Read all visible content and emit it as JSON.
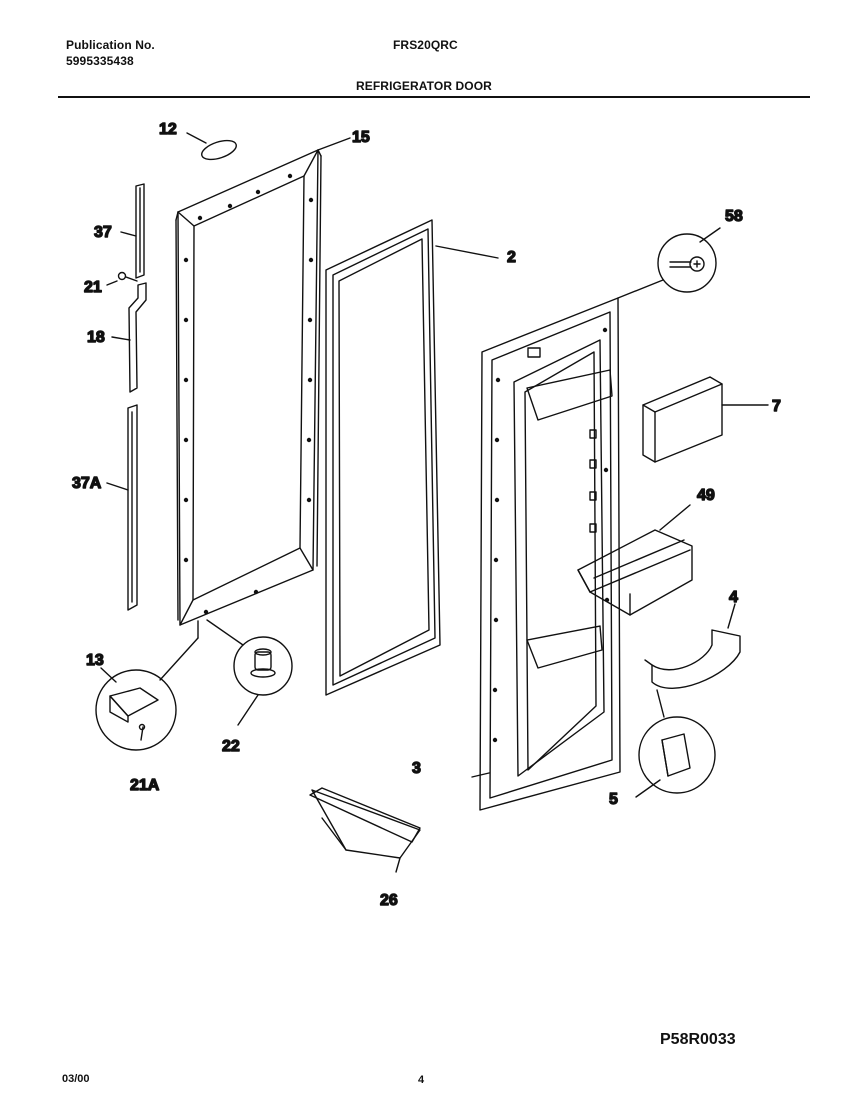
{
  "header": {
    "publication_label": "Publication No.",
    "publication_number": "5995335438",
    "model": "FRS20QRC",
    "section_title": "REFRIGERATOR DOOR"
  },
  "callouts": {
    "p12": "12",
    "p15": "15",
    "p37": "37",
    "p21": "21",
    "p18": "18",
    "p37a": "37A",
    "p2": "2",
    "p58": "58",
    "p7": "7",
    "p49": "49",
    "p4": "4",
    "p13": "13",
    "p22": "22",
    "p21a": "21A",
    "p3": "3",
    "p5": "5",
    "p26": "26"
  },
  "footer": {
    "diagram_code": "P58R0033",
    "date": "03/00",
    "page": "4"
  }
}
